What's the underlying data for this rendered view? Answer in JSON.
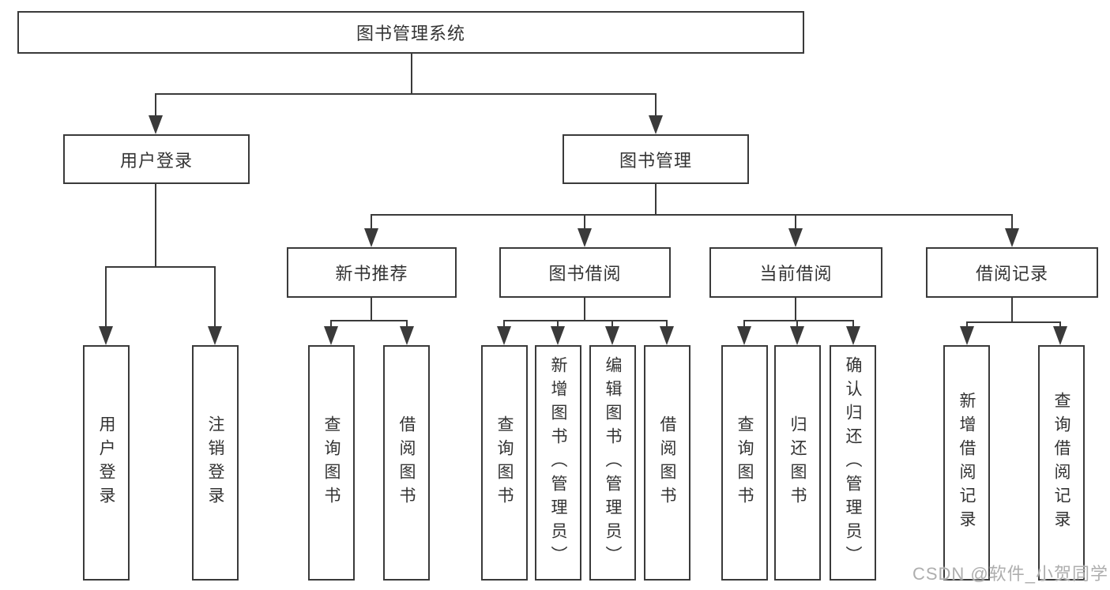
{
  "diagram": {
    "type": "hierarchy-tree",
    "root": {
      "label": "图书管理系统"
    },
    "branches": [
      {
        "label": "用户登录",
        "children": [
          {
            "label": "用户登录"
          },
          {
            "label": "注销登录"
          }
        ]
      },
      {
        "label": "图书管理",
        "children": [
          {
            "label": "新书推荐",
            "children": [
              {
                "label": "查询图书"
              },
              {
                "label": "借阅图书"
              }
            ]
          },
          {
            "label": "图书借阅",
            "children": [
              {
                "label": "查询图书"
              },
              {
                "label": "新增图书（管理员）"
              },
              {
                "label": "编辑图书（管理员）"
              },
              {
                "label": "借阅图书"
              }
            ]
          },
          {
            "label": "当前借阅",
            "children": [
              {
                "label": "查询图书"
              },
              {
                "label": "归还图书"
              },
              {
                "label": "确认归还（管理员）"
              }
            ]
          },
          {
            "label": "借阅记录",
            "children": [
              {
                "label": "新增借阅记录"
              },
              {
                "label": "查询借阅记录"
              }
            ]
          }
        ]
      }
    ]
  },
  "watermark": {
    "text": "CSDN @软件_小贺同学"
  },
  "colors": {
    "line": "#3a3a3a",
    "text": "#333333",
    "background": "#ffffff",
    "watermark": "#aeaeae"
  }
}
